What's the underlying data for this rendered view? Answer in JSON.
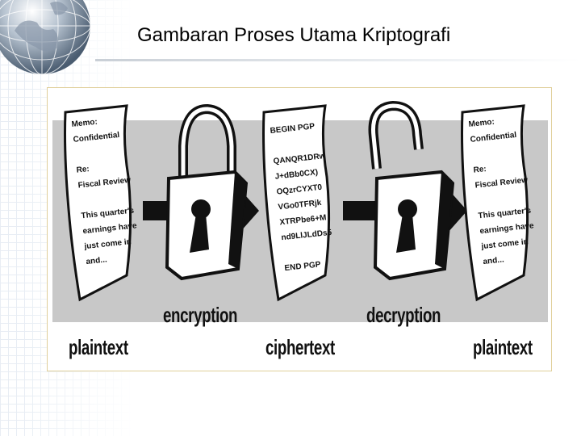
{
  "slide": {
    "title": "Gambaran Proses Utama Kriptografi"
  },
  "diagram": {
    "labels": {
      "plaintext_left": "plaintext",
      "encryption": "encryption",
      "ciphertext": "ciphertext",
      "decryption": "decryption",
      "plaintext_right": "plaintext"
    },
    "plain_doc_lines": [
      "Memo:",
      "Confidential",
      "",
      "Re:",
      "Fiscal Review",
      "",
      "This quarter's",
      "earnings have",
      "just come in",
      "and..."
    ],
    "cipher_doc_lines": [
      "BEGIN PGP",
      "",
      "QANQR1DRw",
      "J+dBb0CX)",
      "OQzrCYXT0",
      "VGo0TFRjk",
      "XTRPbe6+M",
      "nd9LlJLdDs5",
      "",
      "END PGP"
    ]
  },
  "colors": {
    "shadow_band": "#c8c8c8",
    "frame_border": "#e0cf9a",
    "ink": "#111111"
  },
  "icons": {
    "globe": "globe-icon",
    "closed_lock": "closed-padlock-icon",
    "open_lock": "open-padlock-icon",
    "arrow": "right-arrow-icon"
  }
}
